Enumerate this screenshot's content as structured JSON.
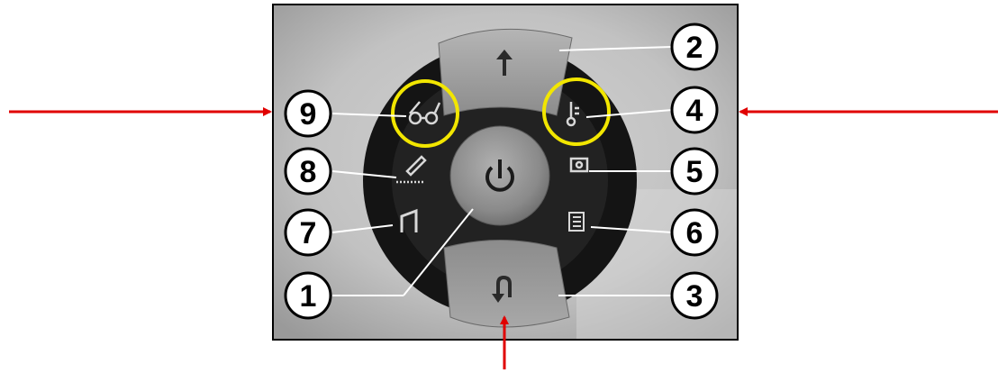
{
  "callouts": [
    {
      "id": "power-button",
      "number": "1"
    },
    {
      "id": "up-button",
      "number": "2"
    },
    {
      "id": "back-button",
      "number": "3"
    },
    {
      "id": "temperature-button",
      "number": "4"
    },
    {
      "id": "disc-button",
      "number": "5"
    },
    {
      "id": "document-button",
      "number": "6"
    },
    {
      "id": "page-button",
      "number": "7"
    },
    {
      "id": "pen-button",
      "number": "8"
    },
    {
      "id": "glasses-button",
      "number": "9"
    }
  ],
  "icons": {
    "power": "power-icon",
    "up": "arrow-up-icon",
    "back": "return-arrow-icon",
    "temperature": "thermometer-icon",
    "disc": "disc-icon",
    "document": "document-lines-icon",
    "page": "page-corner-icon",
    "pen": "pen-icon",
    "glasses": "reading-glasses-icon"
  },
  "colors": {
    "arrow": "#e00000",
    "highlight_ring": "#f2e600",
    "dial_dark": "#151515",
    "button_gray": "#8e8e8e",
    "frame": "#000000"
  },
  "highlighted": [
    "glasses-button",
    "temperature-button"
  ]
}
